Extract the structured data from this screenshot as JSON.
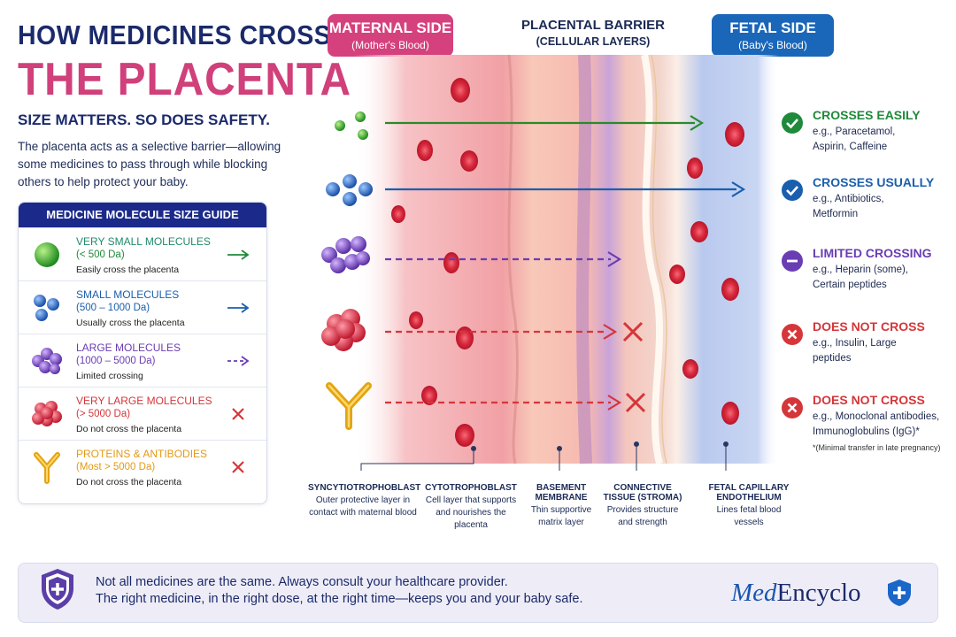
{
  "title_line1": "HOW MEDICINES CROSS",
  "title_line2": "THE PLACENTA",
  "tagline": "SIZE MATTERS. SO DOES SAFETY.",
  "intro": "The placenta acts as a selective barrier—allowing some medicines to pass through while blocking others to help protect your baby.",
  "guide": {
    "title": "MEDICINE MOLECULE SIZE GUIDE",
    "rows": [
      {
        "name": "VERY SMALL MOLECULES",
        "range": "(< 500 Da)",
        "note": "Easily cross the placenta",
        "color": "#1f8a3a"
      },
      {
        "name": "SMALL MOLECULES",
        "range": "(500 – 1000 Da)",
        "note": "Usually cross the placenta",
        "color": "#1a5fae"
      },
      {
        "name": "LARGE MOLECULES",
        "range": "(1000 – 5000 Da)",
        "note": "Limited crossing",
        "color": "#6a3db3"
      },
      {
        "name": "VERY LARGE MOLECULES",
        "range": "(> 5000 Da)",
        "note": "Do not cross the placenta",
        "color": "#d5363a"
      },
      {
        "name": "PROTEINS & ANTIBODIES",
        "range": "(Most > 5000 Da)",
        "note": "Do not cross the placenta",
        "color": "#e39a12"
      }
    ]
  },
  "headers": {
    "maternal_title": "MATERNAL SIDE",
    "maternal_sub": "(Mother's Blood)",
    "barrier_title": "PLACENTAL BARRIER",
    "barrier_sub": "(CELLULAR LAYERS)",
    "fetal_title": "FETAL SIDE",
    "fetal_sub": "(Baby's Blood)"
  },
  "layers": [
    {
      "name": "SYNCYTIOTROPHOBLAST",
      "desc": "Outer protective layer in contact with maternal blood"
    },
    {
      "name": "CYTOTROPHOBLAST",
      "desc": "Cell layer that supports and nourishes the placenta"
    },
    {
      "name": "BASEMENT MEMBRANE",
      "desc": "Thin supportive matrix layer"
    },
    {
      "name": "CONNECTIVE TISSUE (STROMA)",
      "desc": "Provides structure and strength"
    },
    {
      "name": "FETAL CAPILLARY ENDOTHELIUM",
      "desc": "Lines fetal blood vessels"
    }
  ],
  "outcomes": [
    {
      "label": "CROSSES EASILY",
      "examples": "e.g., Paracetamol, Aspirin, Caffeine",
      "color": "#1f8a3a"
    },
    {
      "label": "CROSSES USUALLY",
      "examples": "e.g., Antibiotics, Metformin",
      "color": "#1a5fae"
    },
    {
      "label": "LIMITED CROSSING",
      "examples": "e.g., Heparin (some), Certain peptides",
      "color": "#6a3db3"
    },
    {
      "label": "DOES NOT CROSS",
      "examples": "e.g., Insulin, Large peptides",
      "color": "#d5363a"
    },
    {
      "label": "DOES NOT CROSS",
      "examples": "e.g., Monoclonal antibodies, Immunoglobulins (IgG)*",
      "color": "#d5363a"
    }
  ],
  "footnote": "*(Minimal transfer in late pregnancy)",
  "footer": {
    "line1": "Not all medicines are the same. Always consult your healthcare provider.",
    "line2": "The right medicine, in the right dose, at the right time—keeps you and your baby safe.",
    "brand_a": "Med",
    "brand_b": "Encyclo"
  }
}
